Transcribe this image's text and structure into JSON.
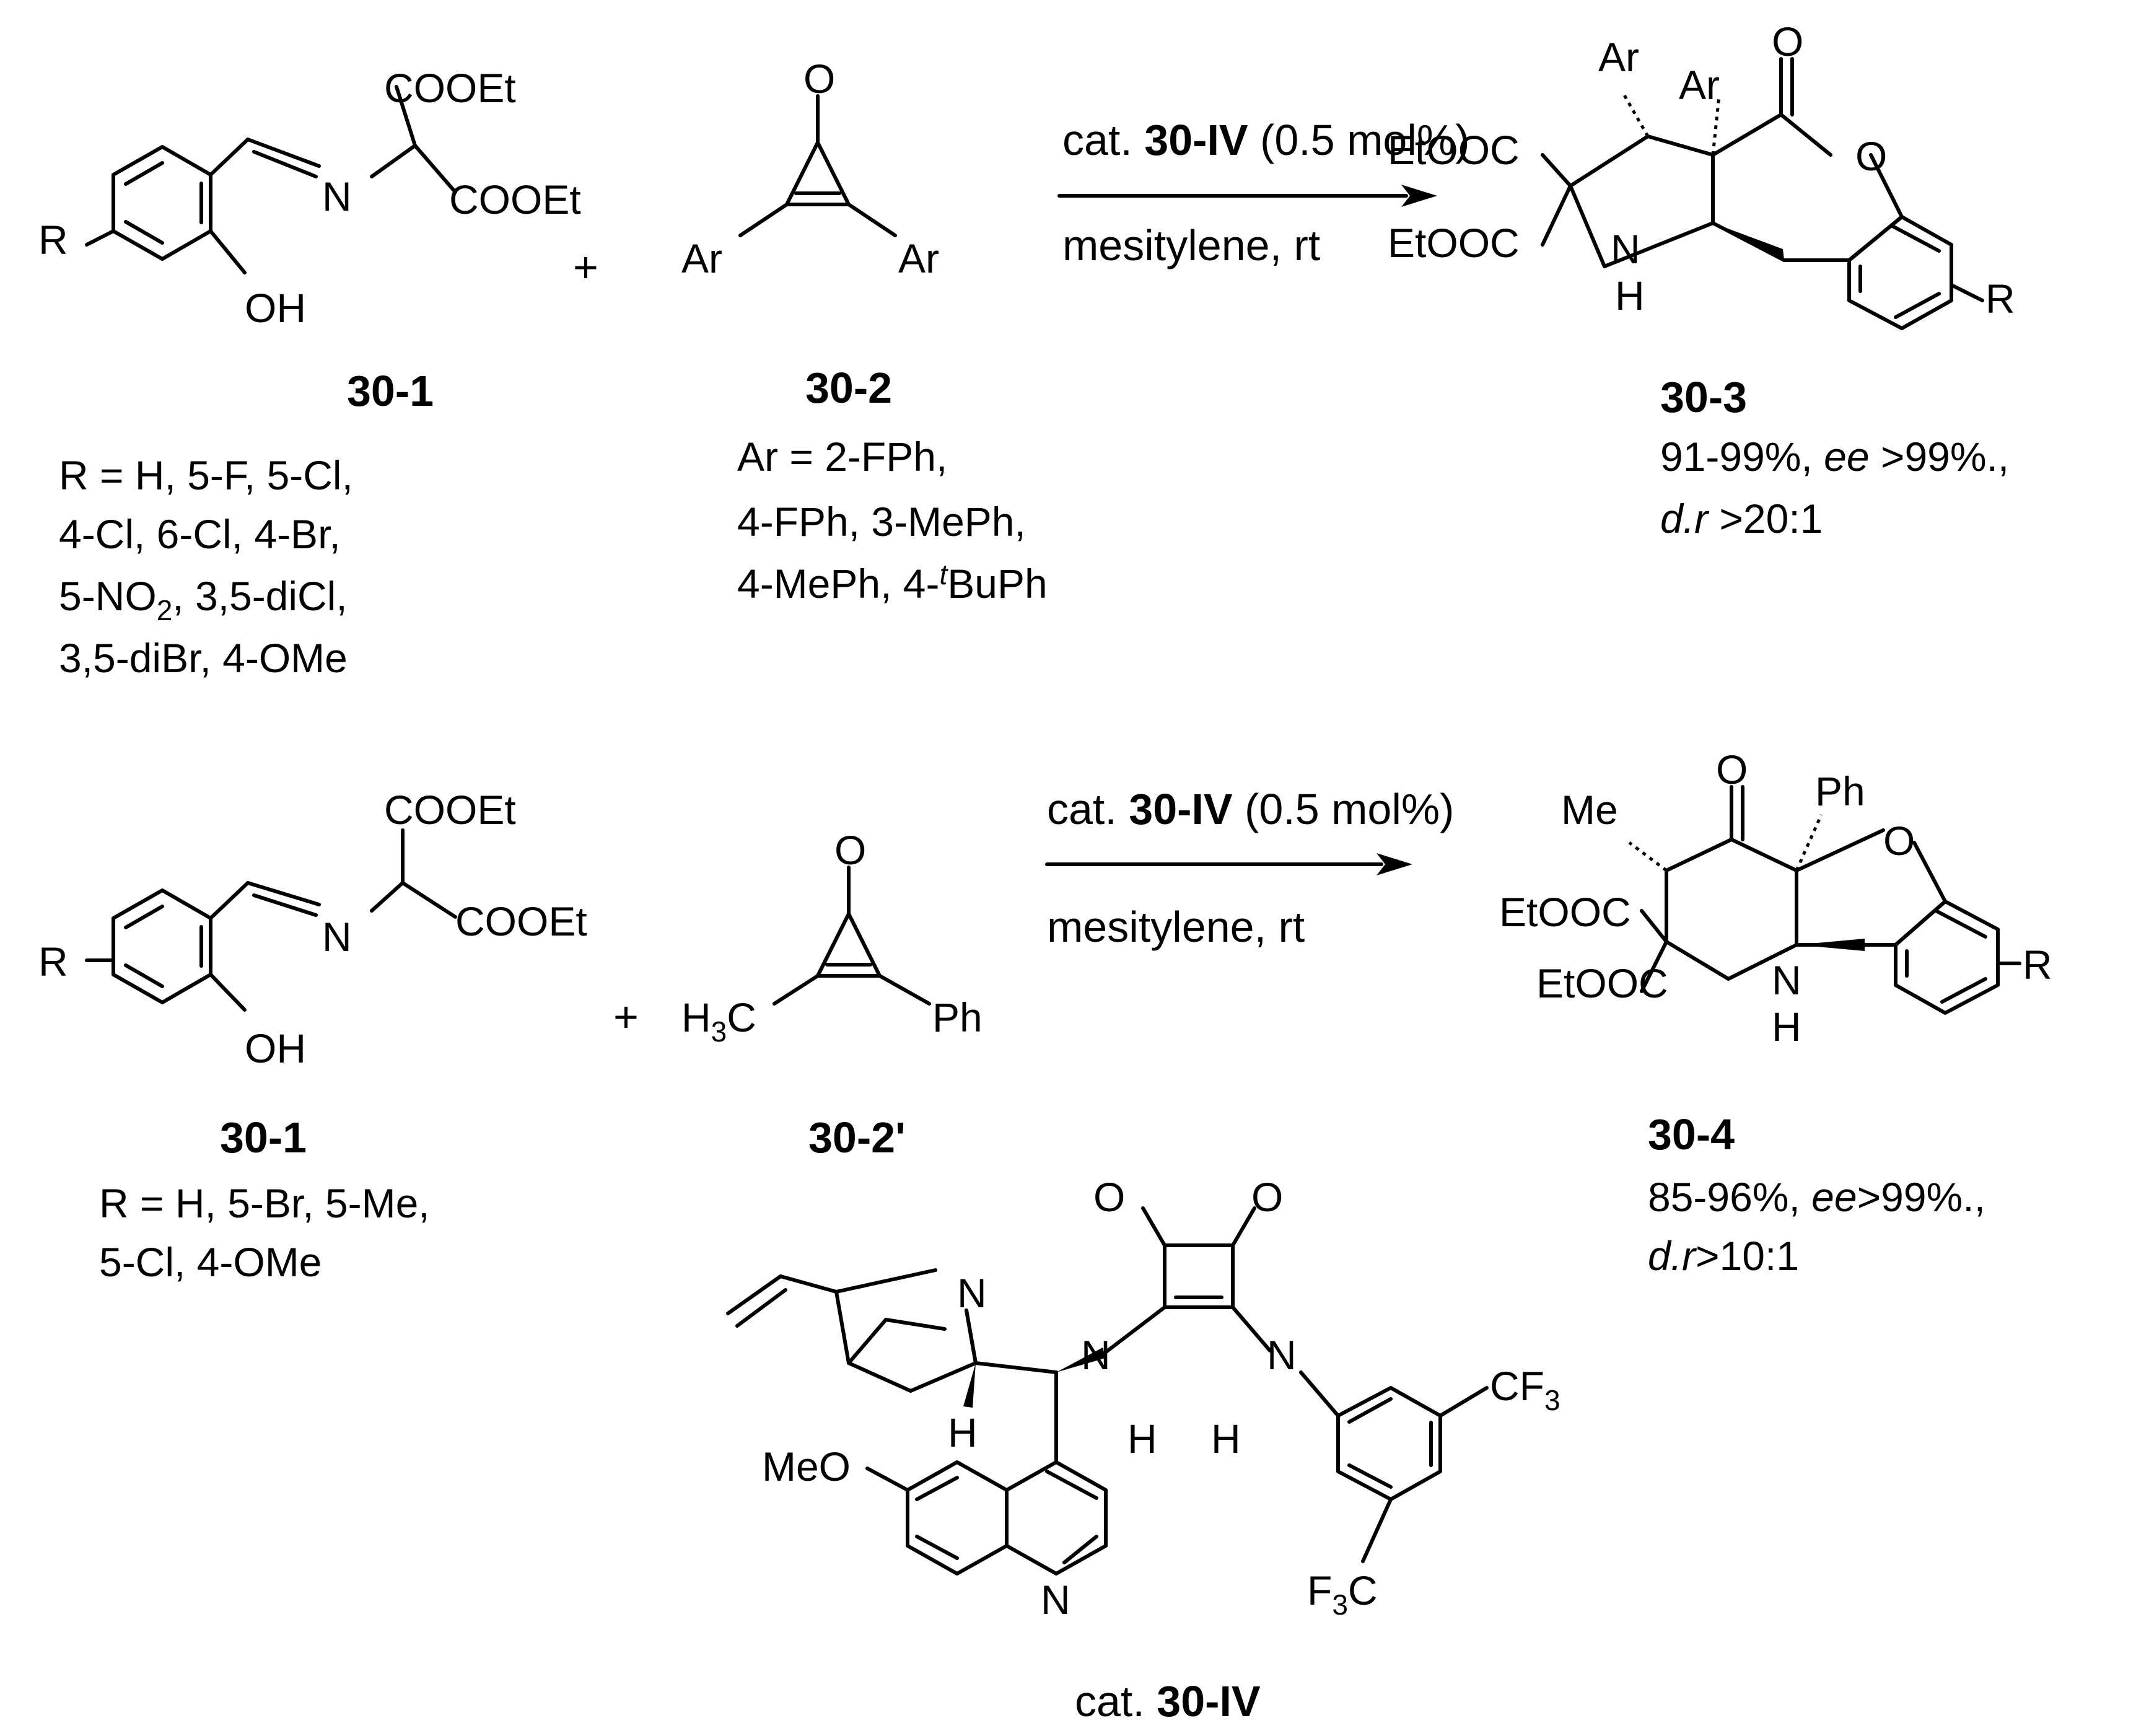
{
  "top": {
    "sm1": {
      "id": "30-1",
      "r": "R",
      "oh": "OH",
      "n": "N",
      "ester1": "COOEt",
      "ester2": "COOEt",
      "lines": [
        "R = H, 5-F, 5-Cl,",
        "4-Cl, 6-Cl, 4-Br,",
        "5-NO",
        "2",
        ", 3,5-diCl,",
        "3,5-diBr, 4-OMe"
      ]
    },
    "plus": "+",
    "sm2": {
      "id": "30-2",
      "o": "O",
      "ar1": "Ar",
      "ar2": "Ar",
      "lines": [
        "Ar = 2-FPh,",
        "4-FPh, 3-MePh,",
        "4-MePh, 4-",
        "t",
        "BuPh"
      ]
    },
    "arrow": {
      "cat": "cat. ",
      "cat_id": "30-IV",
      "loading": " (0.5 mol%)",
      "solvent": "mesitylene, rt"
    },
    "product": {
      "id": "30-3",
      "ar1": "Ar",
      "ar2": "Ar",
      "o_carbonyl": "O",
      "o_ring": "O",
      "ester1": "EtOOC",
      "ester2": "EtOOC",
      "n": "N",
      "h": "H",
      "r": "R",
      "yield": "91-99%, ",
      "ee": "ee",
      " ee_val": " >99%.,",
      "dr": "d.r",
      " dr_val": " >20:1"
    }
  },
  "bottom": {
    "sm1": {
      "id": "30-1",
      "r": "R",
      "oh": "OH",
      "n": "N",
      "ester1": "COOEt",
      "ester2": "COOEt",
      "lines": [
        "R = H, 5-Br, 5-Me,",
        "5-Cl, 4-OMe"
      ]
    },
    "plus": "+",
    "sm2": {
      "id": "30-2'",
      "o": "O",
      "h3c": "H",
      "h3c_sub": "3",
      "h3c_c": "C",
      "ph": "Ph"
    },
    "arrow": {
      "cat": "cat. ",
      "cat_id": "30-IV",
      "loading": " (0.5 mol%)",
      "solvent": "mesitylene, rt"
    },
    "product": {
      "id": "30-4",
      "o": "O",
      "ph": "Ph",
      "me": "Me",
      "o_ring": "O",
      "ester1": "EtOOC",
      "ester2": "EtOOC",
      "n": "N",
      "h": "H",
      "r": "R",
      "yield": "85-96%, ",
      "ee": "ee",
      "ee_val": ">99%.,",
      "dr": "d.r",
      "dr_val": ">10:1"
    }
  },
  "catalyst": {
    "label_prefix": "cat. ",
    "label_id": "30-IV",
    "n_quin": "N",
    "h_stereo": "H",
    "nh1_n": "N",
    "nh1_h": "H",
    "nh2_h": "H",
    "nh2_n": "N",
    "o1": "O",
    "o2": "O",
    "meo": "MeO",
    "n_pyr": "N",
    "cf3_top": "CF",
    "cf3_top_sub": "3",
    "cf3_bot_f": "F",
    "cf3_bot_sub": "3",
    "cf3_bot_c": "C"
  }
}
